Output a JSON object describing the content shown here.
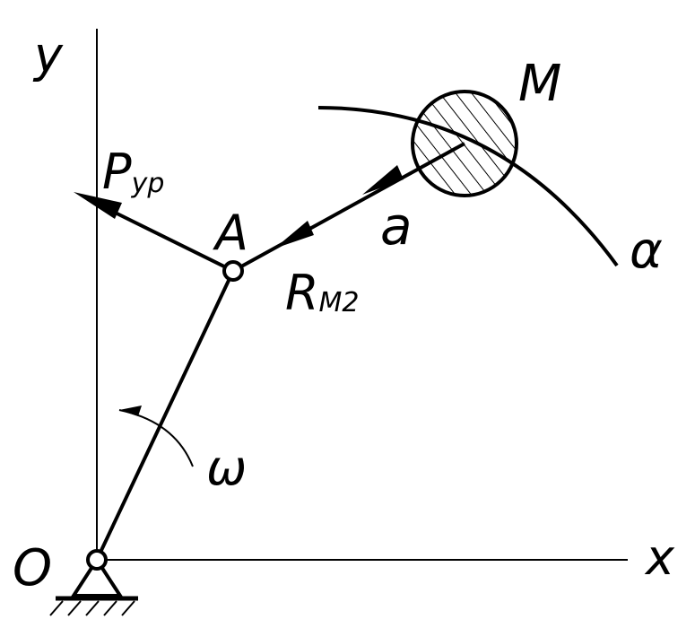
{
  "labels": {
    "y_axis": "y",
    "x_axis": "x",
    "origin": "O",
    "point_a": "A",
    "point_m": "M",
    "force_p_main": "P",
    "force_p_sub": "ур",
    "force_r_main": "R",
    "force_r_sub": "М2",
    "acceleration": "a",
    "trajectory": "α",
    "angular_velocity": "ω"
  },
  "colors": {
    "ink": "#000000",
    "background": "#ffffff"
  }
}
